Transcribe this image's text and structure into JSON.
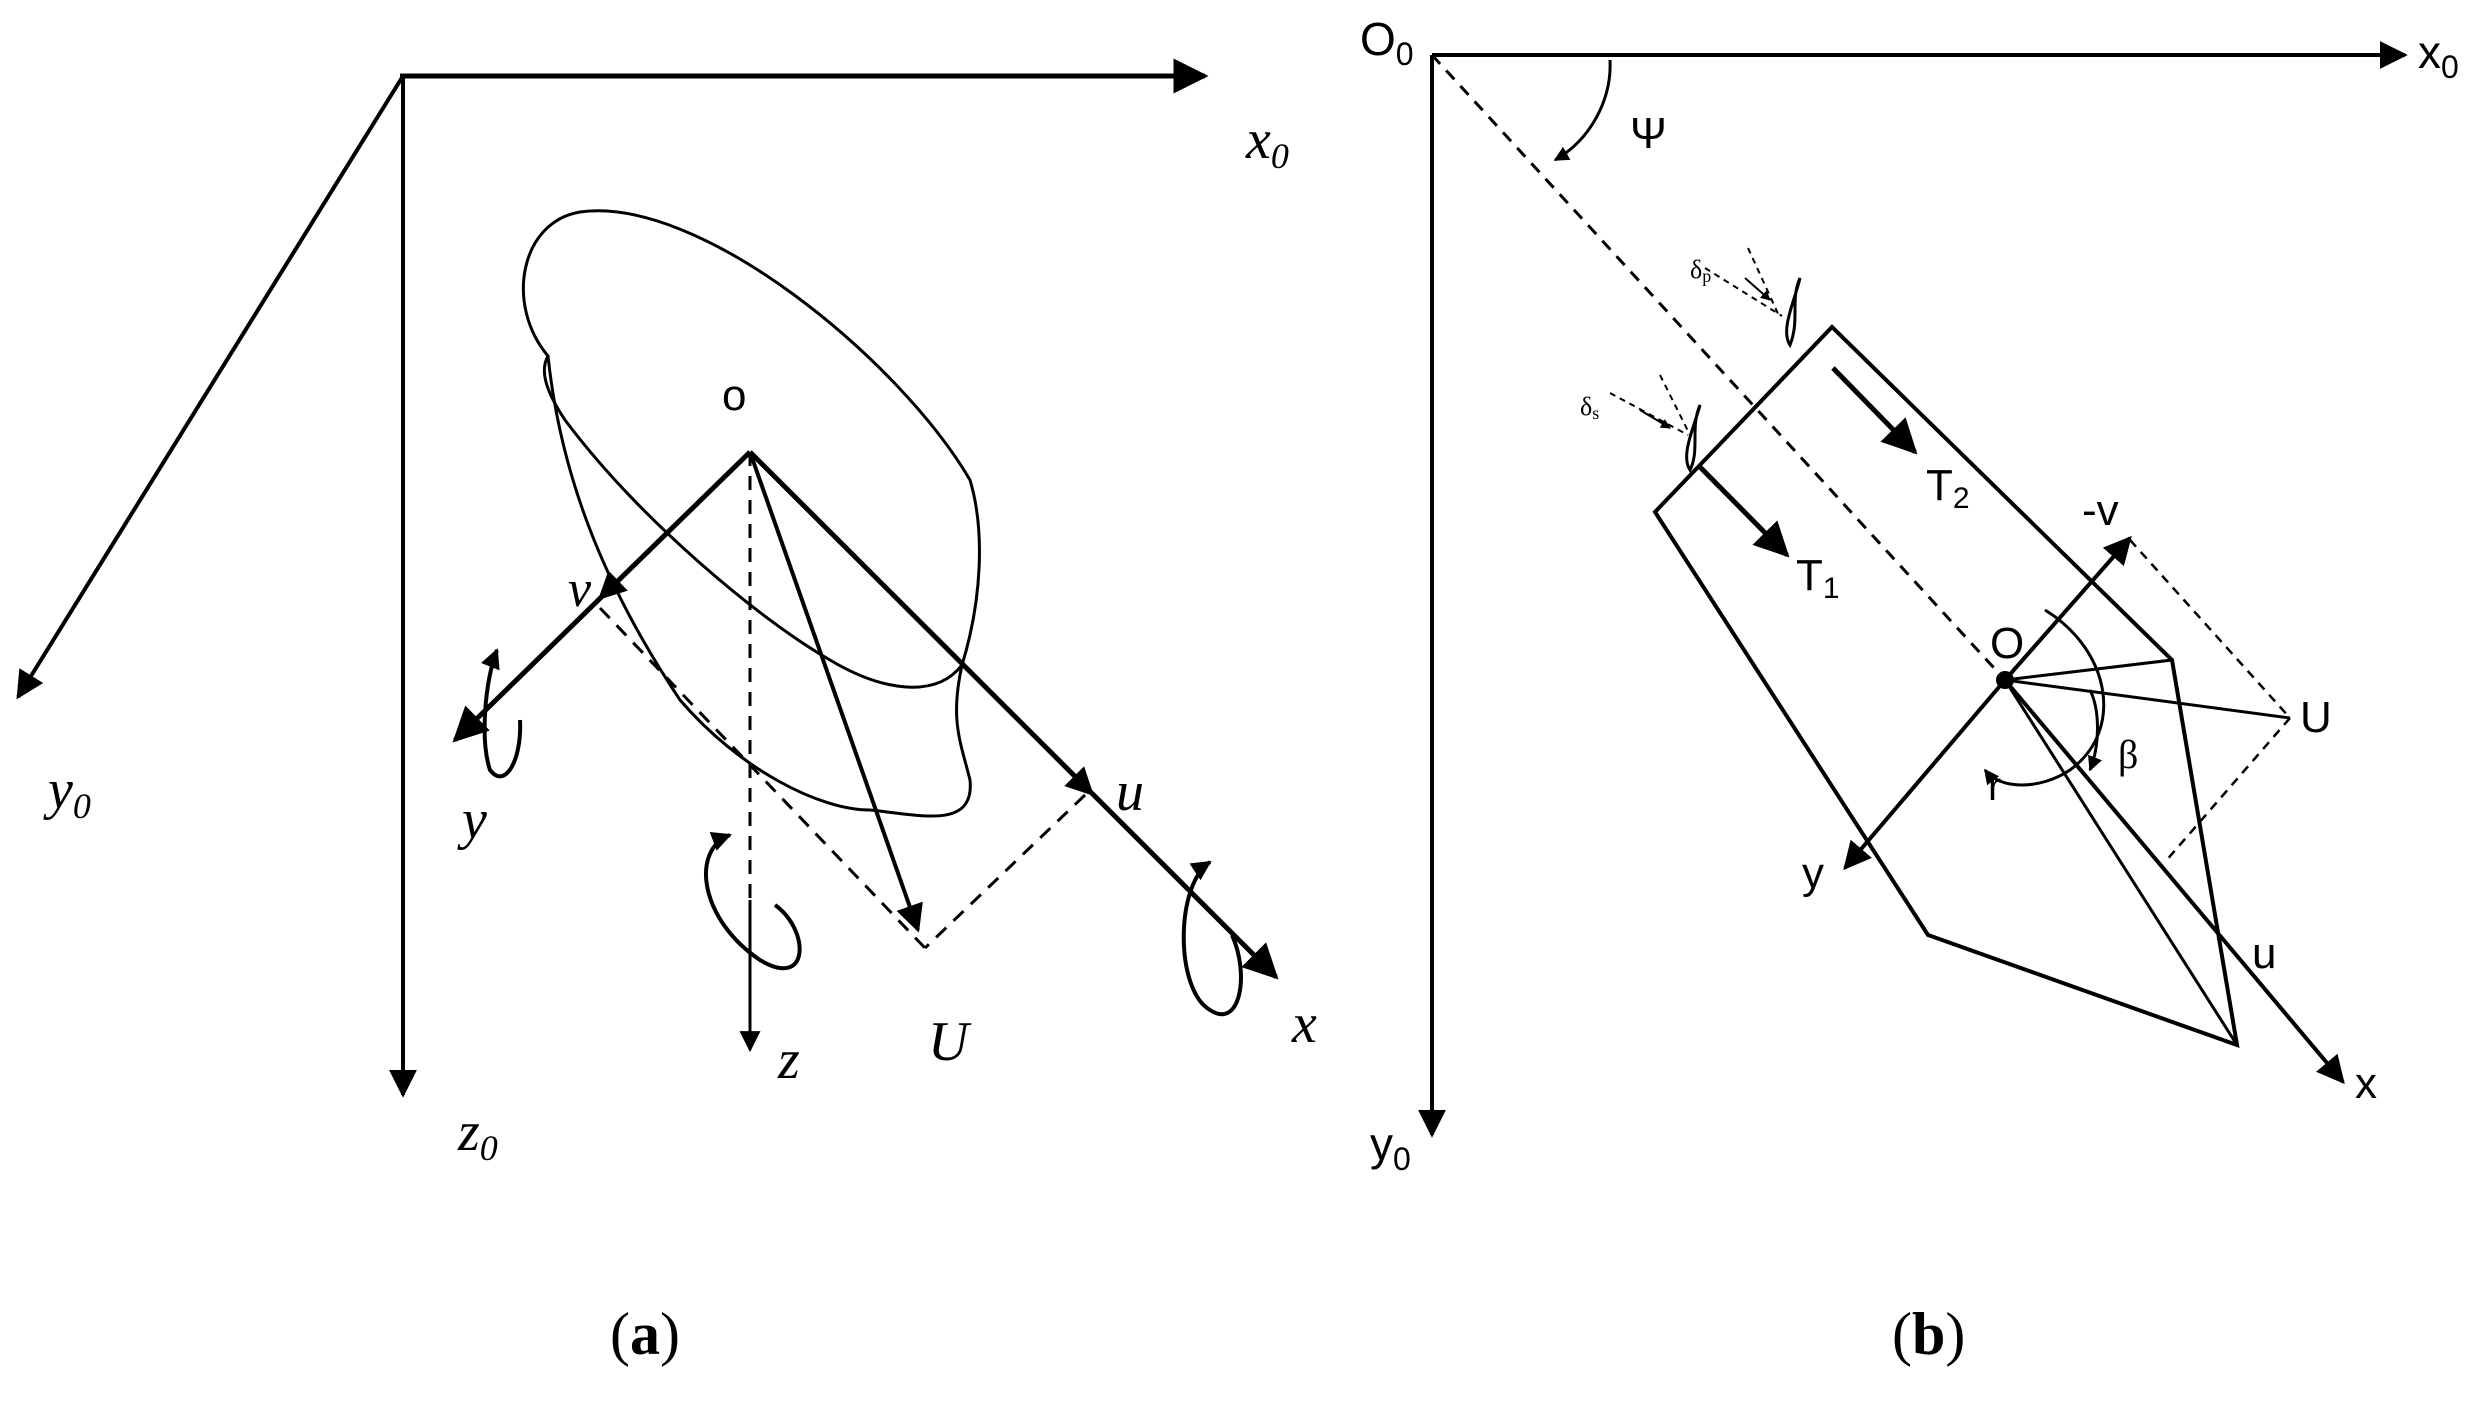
{
  "panel_a": {
    "axis_x0": "x",
    "axis_x0_sub": "0",
    "axis_y0": "y",
    "axis_y0_sub": "0",
    "axis_z0": "z",
    "axis_z0_sub": "0",
    "origin": "o",
    "body_x": "x",
    "body_y": "y",
    "body_z": "z",
    "vel_u": "u",
    "vel_v": "v",
    "vel_U": "U",
    "caption_open": "(",
    "caption_letter": "a",
    "caption_close": ")"
  },
  "panel_b": {
    "origin_world": "O",
    "origin_world_sub": "0",
    "axis_x0": "x",
    "axis_x0_sub": "0",
    "axis_y0": "y",
    "axis_y0_sub": "0",
    "heading": "Ψ",
    "origin_body": "O",
    "body_x": "x",
    "body_y": "y",
    "thrust_1": "T",
    "thrust_1_sub": "1",
    "thrust_2": "T",
    "thrust_2_sub": "2",
    "vel_neg_v": "-v",
    "vel_U": "U",
    "vel_u": "u",
    "yaw_rate": "r",
    "drift": "β",
    "rudder_p": "δ",
    "rudder_p_sub": "p",
    "rudder_s": "δ",
    "rudder_s_sub": "s",
    "caption_open": "(",
    "caption_letter": "b",
    "caption_close": ")"
  }
}
